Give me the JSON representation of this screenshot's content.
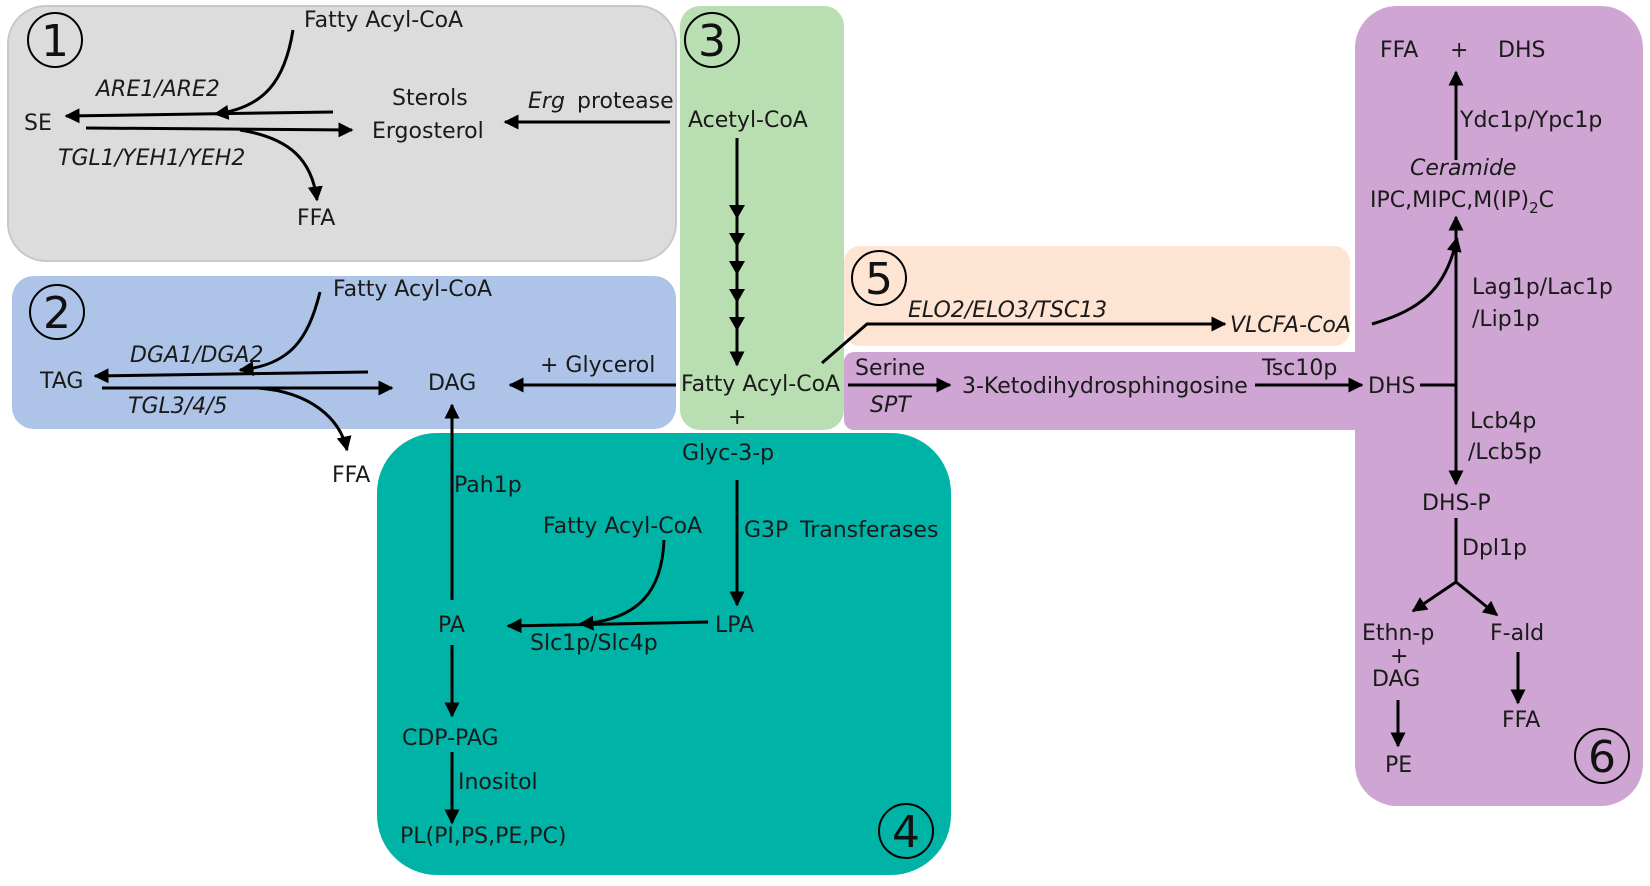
{
  "colors": {
    "region1": "#dcdcdc",
    "region2": "#adc4e8",
    "region3": "#b9deb1",
    "region4": "#00b3a7",
    "region5": "#fde4d3",
    "region6": "#cfa6d3"
  },
  "regions": {
    "r1": {
      "number": "1"
    },
    "r2": {
      "number": "2"
    },
    "r3": {
      "number": "3"
    },
    "r4": {
      "number": "4"
    },
    "r5": {
      "number": "5"
    },
    "r6": {
      "number": "6"
    }
  },
  "labels": {
    "r1_fatty_acyl_coa": "Fatty Acyl-CoA",
    "r1_are": "ARE1/ARE2",
    "r1_se": "SE",
    "r1_sterols": "Sterols",
    "r1_ergosterol": "Ergosterol",
    "r1_erg": "Erg",
    "r1_protease": "protease",
    "r1_tgl": "TGL1/YEH1/YEH2",
    "r1_ffa": "FFA",
    "r2_fatty_acyl_coa": "Fatty Acyl-CoA",
    "r2_dga": "DGA1/DGA2",
    "r2_tag": "TAG",
    "r2_tgl": "TGL3/4/5",
    "r2_dag": "DAG",
    "r2_glycerol": "+ Glycerol",
    "r2_ffa": "FFA",
    "r3_acetyl_coa": "Acetyl-CoA",
    "r3_fatty_acyl_coa": "Fatty Acyl-CoA",
    "r3_plus": "+",
    "r4_glyc3p": "Glyc-3-p",
    "r4_pah1p": "Pah1p",
    "r4_fatty_acyl_coa": "Fatty Acyl-CoA",
    "r4_g3p": "G3P",
    "r4_transferases": "Transferases",
    "r4_pa": "PA",
    "r4_lpa": "LPA",
    "r4_slc": "Slc1p/Slc4p",
    "r4_cdp_pag": "CDP-PAG",
    "r4_inositol": "Inositol",
    "r4_pl": "PL(PI,PS,PE,PC)",
    "r5_elo": "ELO2/ELO3/TSC13",
    "r5_vlcfa": "VLCFA-CoA",
    "r6_serine": "Serine",
    "r6_spt": "SPT",
    "r6_keto": "3-Ketodihydrosphingosine",
    "r6_tsc10p": "Tsc10p",
    "r6_dhs": "DHS",
    "r6_ffa_top": "FFA",
    "r6_plus": "+",
    "r6_dhs_top": "DHS",
    "r6_ydc": "Ydc1p/Ypc1p",
    "r6_ceramide": "Ceramide",
    "r6_ipc_a": "IPC,MIPC,M(IP)",
    "r6_ipc_sub": "2",
    "r6_ipc_c": "C",
    "r6_lag": "Lag1p/Lac1p",
    "r6_lip": "/Lip1p",
    "r6_lcb4": "Lcb4p",
    "r6_lcb5": "/Lcb5p",
    "r6_dhsp": "DHS-P",
    "r6_dpl": "Dpl1p",
    "r6_ethn": "Ethn-p",
    "r6_plus2": "+",
    "r6_dag": "DAG",
    "r6_fald": "F-ald",
    "r6_pe": "PE",
    "r6_ffa_bottom": "FFA"
  }
}
